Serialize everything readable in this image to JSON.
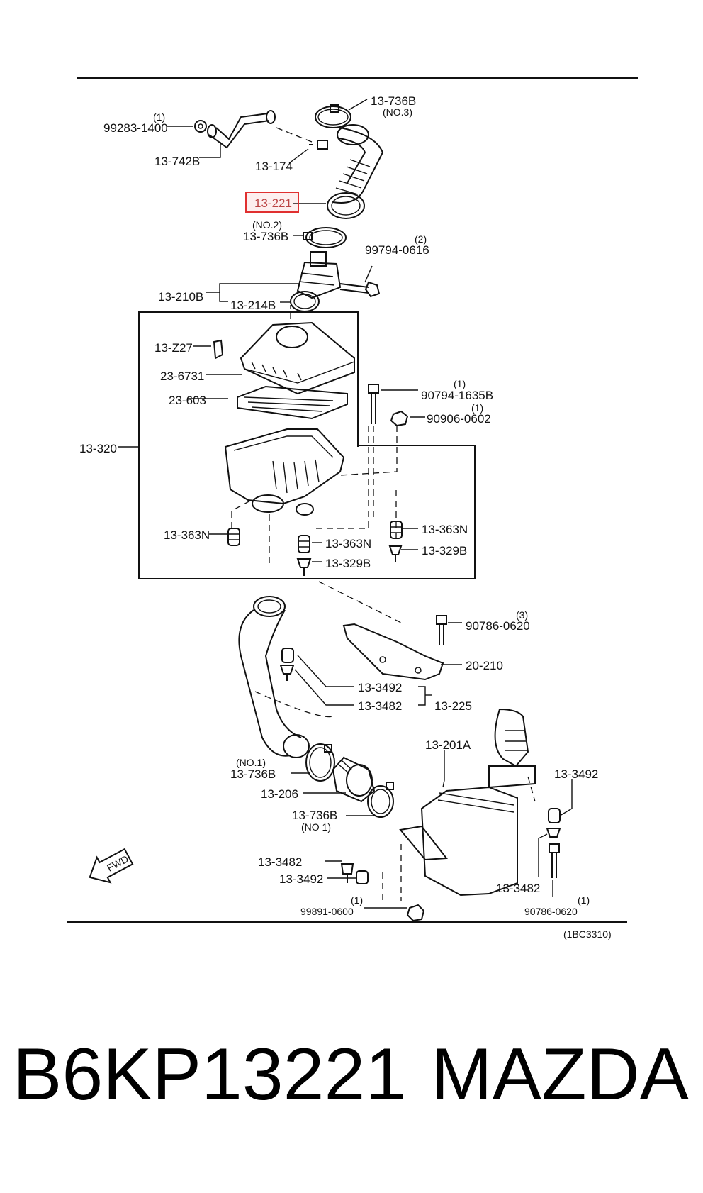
{
  "diagram": {
    "diagram_code": "(1BC3310)",
    "fwd_label": "FWD",
    "labels": {
      "l_13736b_no3": "13-736B",
      "q_no3": "(NO.3)",
      "l_99283": "99283-1400",
      "q_99283": "(1)",
      "l_13742b": "13-742B",
      "l_13174": "13-174",
      "l_13221": "13-221",
      "q_no2": "(NO.2)",
      "l_13736b_no2": "13-736B",
      "l_99794": "99794-0616",
      "q_99794": "(2)",
      "l_13210b": "13-210B",
      "l_13214b": "13-214B",
      "l_13z27": "13-Z27",
      "l_236731": "23-6731",
      "l_23603": "23-603",
      "l_90794": "90794-1635B",
      "q_90794": "(1)",
      "l_90906": "90906-0602",
      "q_90906": "(1)",
      "l_13320": "13-320",
      "l_13363n_a": "13-363N",
      "l_13363n_b": "13-363N",
      "l_13363n_c": "13-363N",
      "l_13329b_a": "13-329B",
      "l_13329b_b": "13-329B",
      "l_90786_a": "90786-0620",
      "q_90786_a": "(3)",
      "l_20210": "20-210",
      "l_133492_a": "13-3492",
      "l_133482_a": "13-3482",
      "l_13225": "13-225",
      "l_13201a": "13-201A",
      "q_no1_a": "(NO.1)",
      "l_13736b_no1_a": "13-736B",
      "l_13206": "13-206",
      "l_13736b_no1_b": "13-736B",
      "q_no1_b": "(NO 1)",
      "l_133492_b": "13-3492",
      "l_133482_b": "13-3482",
      "l_133492_c": "13-3492",
      "l_133482_c": "13-3482",
      "l_99891": "99891-0600",
      "q_99891": "(1)",
      "l_90786_b": "90786-0620",
      "q_90786_b": "(1)"
    }
  },
  "footer": {
    "part_number": "B6KP13221",
    "brand": "MAZDA"
  },
  "highlight_color": "#e03030"
}
